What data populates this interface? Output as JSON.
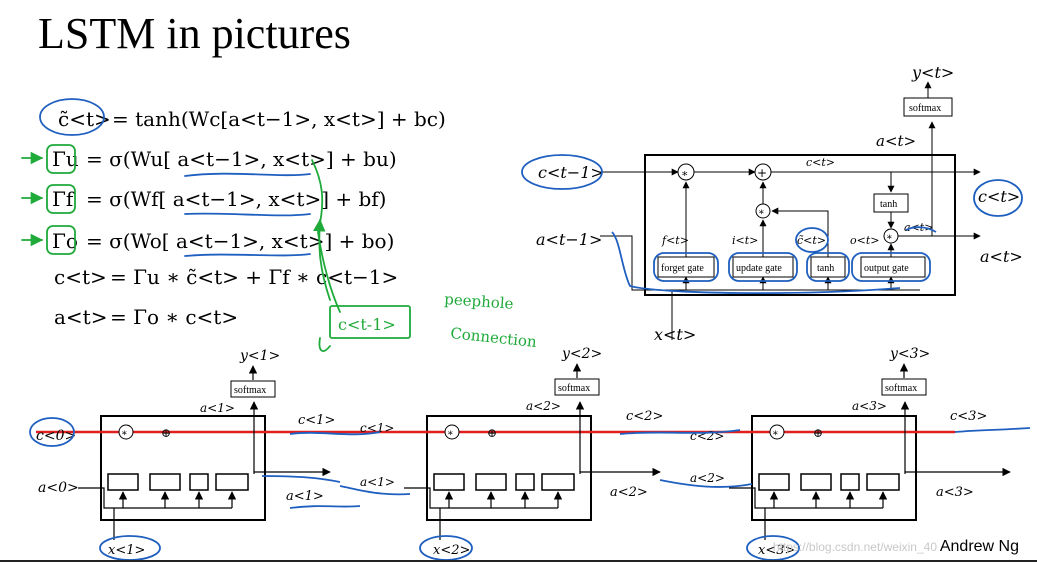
{
  "title": "LSTM in pictures",
  "footer": "Andrew Ng",
  "watermark": "https://blog.csdn.net/weixin_40",
  "equations": [
    {
      "lhs": "c̃<t>",
      "rhs": "= tanh(Wc[a<t−1>, x<t>] + bc)"
    },
    {
      "lhs": "Γu",
      "rhs": "= σ(Wu[ a<t−1>, x<t>] + bu)"
    },
    {
      "lhs": "Γf",
      "rhs": "= σ(Wf[ a<t−1>, x<t>] + bf)"
    },
    {
      "lhs": "Γo",
      "rhs": "= σ(Wo[ a<t−1>, x<t>] + bo)"
    },
    {
      "lhs": "c<t>",
      "rhs": "= Γu ∗ c̃<t> + Γf ∗ c<t−1>"
    },
    {
      "lhs": "a<t>",
      "rhs": "= Γo ∗ c<t>"
    }
  ],
  "annotations": {
    "peephole_line1": "peephole",
    "peephole_line2": "Connection",
    "peephole_box": "c<t-1>"
  },
  "cell_diagram": {
    "gates": [
      "forget gate",
      "update gate",
      "tanh",
      "output gate"
    ],
    "top_box": "tanh",
    "softmax": "softmax",
    "labels": {
      "c_in": "c<t−1>",
      "a_in": "a<t−1>",
      "x_in": "x<t>",
      "c_out": "c<t>",
      "a_out": "a<t>",
      "y_out": "y<t>",
      "c_top": "c<t>",
      "a_up": "a<t>",
      "f": "f<t>",
      "i": "i<t>",
      "ctilde": "c̃<t>",
      "o": "o<t>",
      "a_small": "a<t>"
    }
  },
  "unrolled": {
    "softmax": "softmax",
    "c0": "c<0>",
    "a0": "a<0>",
    "cells": [
      {
        "y": "y<1>",
        "a_up": "a<1>",
        "c_out": "c<1>",
        "c_out2": "c<1>",
        "a_out": "a<1>",
        "a_out2": "a<1>",
        "x": "x<1>"
      },
      {
        "y": "y<2>",
        "a_up": "a<2>",
        "c_out": "c<2>",
        "c_out2": "c<2>",
        "a_out": "a<2>",
        "a_out2": "a<2>",
        "x": "x<2>"
      },
      {
        "y": "y<3>",
        "a_up": "a<3>",
        "c_out": "c<3>",
        "a_out": "a<3>",
        "x": "x<3>"
      }
    ]
  },
  "colors": {
    "ink": "#000000",
    "pen_blue": "#1f5fbf",
    "pen_green": "#1faa3a",
    "red_line": "#e02020"
  }
}
